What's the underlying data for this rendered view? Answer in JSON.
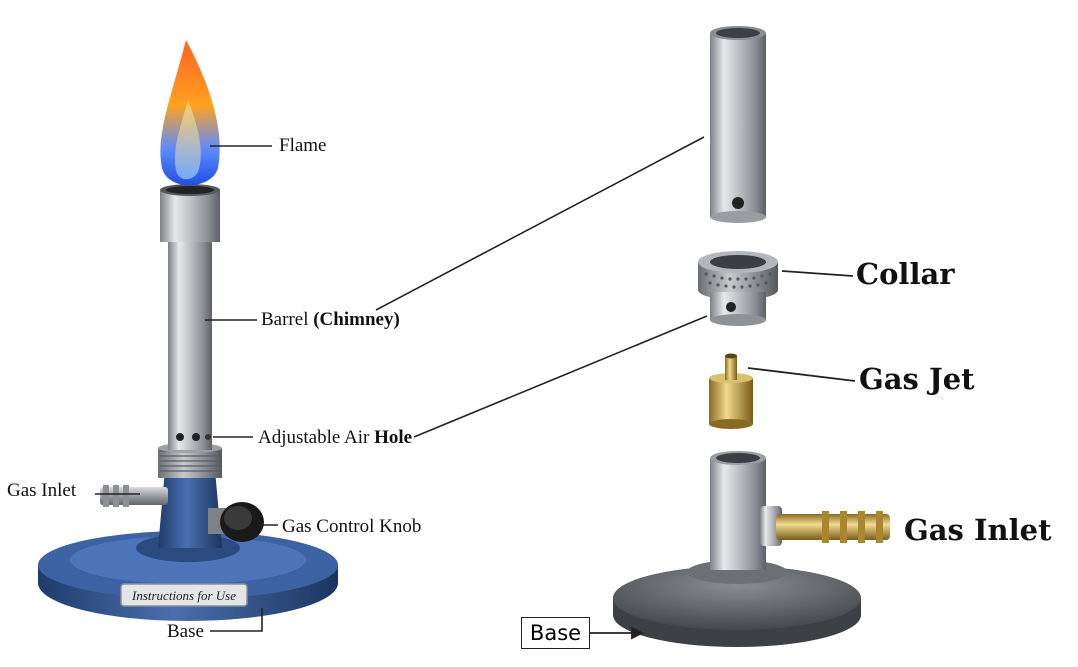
{
  "left_labels": {
    "flame": "Flame",
    "barrel": "Barrel",
    "barrel_paren": "(Chimney)",
    "air_hole": "Adjustable Air",
    "air_hole_bold": "Hole",
    "gas_inlet": "Gas Inlet",
    "gas_control_knob": "Gas Control Knob",
    "instructions_plate": "Instructions for Use",
    "base": "Base"
  },
  "right_labels": {
    "collar": "Collar",
    "gas_jet": "Gas Jet",
    "gas_inlet": "Gas Inlet",
    "base": "Base"
  },
  "colors": {
    "steel": "#b9bcc0",
    "base_blue": "#2e4f86",
    "brass": "#c9a24a",
    "flame_blue": "#3d7bff",
    "flame_orange": "#ff8a1c",
    "leader_line": "#222222"
  }
}
